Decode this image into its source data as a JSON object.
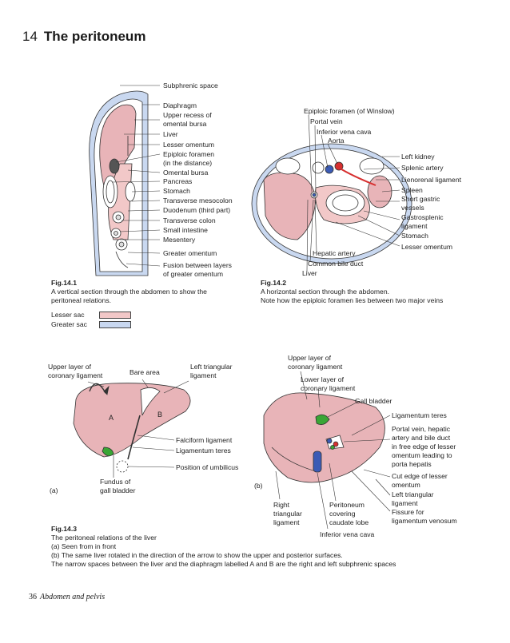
{
  "chapter": {
    "number": "14",
    "title": "The peritoneum"
  },
  "fig1": {
    "labels": [
      "Subphrenic space",
      "Diaphragm",
      "Upper recess of",
      "omental bursa",
      "Liver",
      "Lesser omentum",
      "Epiploic foramen",
      "(in the distance)",
      "Omental bursa",
      "Pancreas",
      "Stomach",
      "Transverse mesocolon",
      "Duodenum (third part)",
      "Transverse colon",
      "Small intestine",
      "Mesentery",
      "Greater omentum",
      "Fusion between layers",
      "of greater omentum"
    ],
    "caption_id": "Fig.14.1",
    "caption_lines": [
      "A vertical section through the abdomen to show the",
      "peritoneal relations."
    ],
    "legend": [
      {
        "label": "Lesser sac",
        "color": "#f2c8c8"
      },
      {
        "label": "Greater sac",
        "color": "#c9d8f0"
      }
    ]
  },
  "fig2": {
    "labels": [
      "Epiploic foramen (of Winslow)",
      "Portal vein",
      "Inferior vena cava",
      "Aorta",
      "Left kidney",
      "Splenic artery",
      "Lienorenal ligament",
      "Spleen",
      "Short gastric",
      "vessels",
      "Gastrosplenic",
      "ligament",
      "Stomach",
      "Lesser omentum",
      "Hepatic artery",
      "Common bile duct",
      "Liver"
    ],
    "caption_id": "Fig.14.2",
    "caption_lines": [
      "A horizontal section through the abdomen.",
      "Note how the epiploic foramen lies between two major veins"
    ]
  },
  "fig3a": {
    "labels": [
      "Upper layer of",
      "coronary ligament",
      "Bare area",
      "Left triangular",
      "ligament",
      "A",
      "B",
      "Falciform ligament",
      "Ligamentum teres",
      "Position of umbilicus",
      "Fundus of",
      "gall bladder",
      "(a)"
    ]
  },
  "fig3b": {
    "labels": [
      "Upper layer of",
      "coronary ligament",
      "Lower layer of",
      "coronary ligament",
      "Gall bladder",
      "Ligamentum teres",
      "Portal vein, hepatic",
      "artery and bile duct",
      "in free edge of lesser",
      "omentum leading to",
      "porta hepatis",
      "Cut edge of lesser",
      "omentum",
      "Left triangular",
      "ligament",
      "Fissure for",
      "ligamentum venosum",
      "(b)",
      "Right",
      "triangular",
      "ligament",
      "Peritoneum",
      "covering",
      "caudate lobe",
      "Inferior vena cava"
    ]
  },
  "fig3_caption": {
    "id": "Fig.14.3",
    "lines": [
      "The peritoneal relations of the liver",
      "(a) Seen from in front",
      "(b) The same liver rotated in the direction of the arrow to show the upper and posterior surfaces.",
      "The narrow spaces between the liver and the diaphragm labelled A and B are the right and left subphrenic spaces"
    ]
  },
  "footer": {
    "page": "36",
    "section": "Abdomen and pelvis"
  },
  "colors": {
    "lesser_sac": "#f2c8c8",
    "greater_sac": "#c9d8f0",
    "liver": "#e8b4b8",
    "green": "#3aa535",
    "blue": "#3b5bb5"
  }
}
